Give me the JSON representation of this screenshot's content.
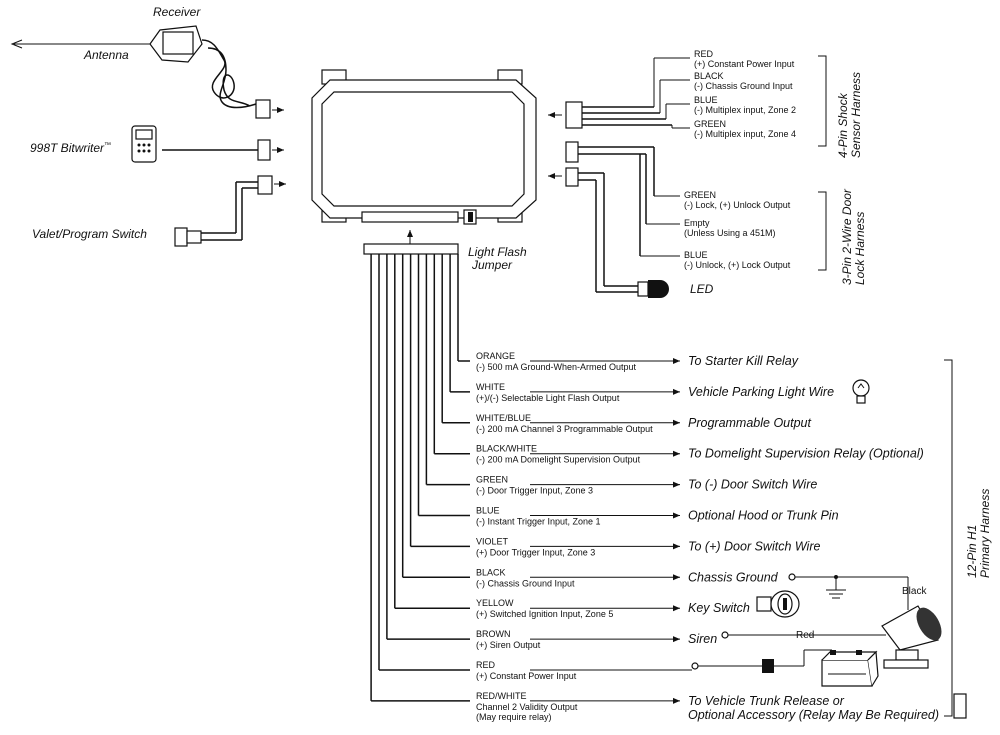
{
  "left_labels": {
    "receiver": "Receiver",
    "antenna": "Antenna",
    "bitwriter": "998T Bitwriter",
    "bitwriter_tm": "™",
    "valet": "Valet/Program Switch"
  },
  "module_labels": {
    "light_flash_1": "Light Flash",
    "light_flash_2": "Jumper",
    "led": "LED"
  },
  "shock_harness": {
    "title_1": "4-Pin Shock",
    "title_2": "Sensor Harness",
    "wires": [
      {
        "color": "RED",
        "desc": "(+) Constant Power Input"
      },
      {
        "color": "BLACK",
        "desc": "(-) Chassis Ground Input"
      },
      {
        "color": "BLUE",
        "desc": "(-) Multiplex input, Zone 2"
      },
      {
        "color": "GREEN",
        "desc": "(-) Multiplex input, Zone 4"
      }
    ]
  },
  "door_lock_harness": {
    "title_1": "3-Pin 2-Wire Door",
    "title_2": "Lock Harness",
    "wires": [
      {
        "color": "GREEN",
        "desc": "(-) Lock, (+) Unlock Output"
      },
      {
        "color": "Empty",
        "desc": "(Unless Using a 451M)"
      },
      {
        "color": "BLUE",
        "desc": "(-) Unlock, (+) Lock Output"
      }
    ]
  },
  "primary_harness": {
    "title_1": "12-Pin H1",
    "title_2": "Primary Harness",
    "wires": [
      {
        "color": "ORANGE",
        "desc": "(-) 500 mA Ground-When-Armed Output",
        "desc2": "",
        "target": "To Starter Kill Relay",
        "target2": ""
      },
      {
        "color": "WHITE",
        "desc": "(+)/(-) Selectable Light Flash Output",
        "desc2": "",
        "target": "Vehicle Parking Light Wire",
        "target2": ""
      },
      {
        "color": "WHITE/BLUE",
        "desc": "(-) 200 mA Channel 3 Programmable Output",
        "desc2": "",
        "target": "Programmable Output",
        "target2": ""
      },
      {
        "color": "BLACK/WHITE",
        "desc": "(-) 200 mA Domelight Supervision Output",
        "desc2": "",
        "target": "To Domelight Supervision Relay (Optional)",
        "target2": ""
      },
      {
        "color": "GREEN",
        "desc": "(-) Door Trigger Input, Zone 3",
        "desc2": "",
        "target": "To (-) Door Switch Wire",
        "target2": ""
      },
      {
        "color": "BLUE",
        "desc": "(-) Instant Trigger Input, Zone 1",
        "desc2": "",
        "target": "Optional Hood or Trunk Pin",
        "target2": ""
      },
      {
        "color": "VIOLET",
        "desc": "(+) Door Trigger Input, Zone 3",
        "desc2": "",
        "target": "To (+) Door Switch Wire",
        "target2": ""
      },
      {
        "color": "BLACK",
        "desc": "(-) Chassis Ground Input",
        "desc2": "",
        "target": "Chassis Ground",
        "target2": ""
      },
      {
        "color": "YELLOW",
        "desc": "(+) Switched Ignition Input, Zone 5",
        "desc2": "",
        "target": "Key Switch",
        "target2": ""
      },
      {
        "color": "BROWN",
        "desc": "(+) Siren Output",
        "desc2": "",
        "target": "Siren",
        "target2": ""
      },
      {
        "color": "RED",
        "desc": "(+) Constant Power Input",
        "desc2": "",
        "target": "",
        "target2": ""
      },
      {
        "color": "RED/WHITE",
        "desc": "Channel 2 Validity Output",
        "desc2": "(May require relay)",
        "target": "To Vehicle Trunk Release or",
        "target2": "Optional Accessory (Relay May Be Required)"
      }
    ]
  },
  "siren_labels": {
    "red": "Red",
    "black": "Black"
  }
}
